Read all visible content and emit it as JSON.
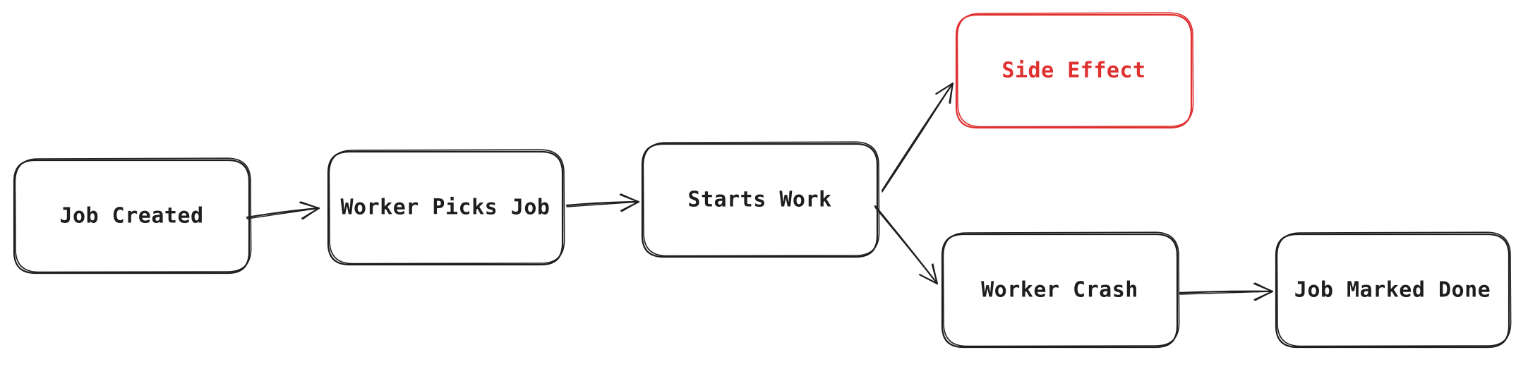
{
  "colors": {
    "stroke": "#1e1e1e",
    "highlight": "#e03131",
    "background": "#ffffff"
  },
  "nodes": [
    {
      "id": "job-created",
      "label": "Job Created",
      "highlight": false
    },
    {
      "id": "worker-picks-job",
      "label": "Worker Picks Job",
      "highlight": false
    },
    {
      "id": "starts-work",
      "label": "Starts Work",
      "highlight": false
    },
    {
      "id": "side-effect",
      "label": "Side Effect",
      "highlight": true
    },
    {
      "id": "worker-crash",
      "label": "Worker Crash",
      "highlight": false
    },
    {
      "id": "job-marked-done",
      "label": "Job Marked Done",
      "highlight": false
    }
  ],
  "edges": [
    {
      "from": "job-created",
      "to": "worker-picks-job"
    },
    {
      "from": "worker-picks-job",
      "to": "starts-work"
    },
    {
      "from": "starts-work",
      "to": "side-effect"
    },
    {
      "from": "starts-work",
      "to": "worker-crash"
    },
    {
      "from": "worker-crash",
      "to": "job-marked-done"
    }
  ]
}
